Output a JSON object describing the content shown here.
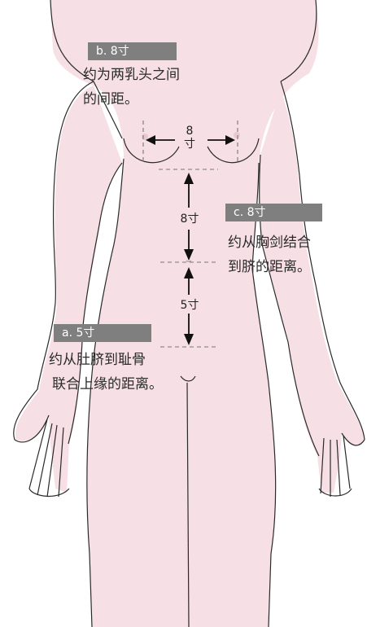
{
  "colors": {
    "skin": "#f6dfe5",
    "outline": "#2a2a2a",
    "tag_bg": "#7f7f80",
    "guide": "#777777"
  },
  "annotations": {
    "b": {
      "tag": "b. 8寸",
      "line1": "约为两乳头之间",
      "line2": "的间距。"
    },
    "c": {
      "tag": "c. 8寸",
      "line1": "约从胸剑结合",
      "line2": "到脐的距离。"
    },
    "a": {
      "tag": "a. 5寸",
      "line1": "约从肚脐到耻骨",
      "line2": "联合上缘的距离。"
    }
  },
  "measurements": {
    "nipple_top": "8",
    "nipple_bottom": "寸",
    "chest_to_navel": "8寸",
    "navel_to_pubis": "5寸"
  }
}
